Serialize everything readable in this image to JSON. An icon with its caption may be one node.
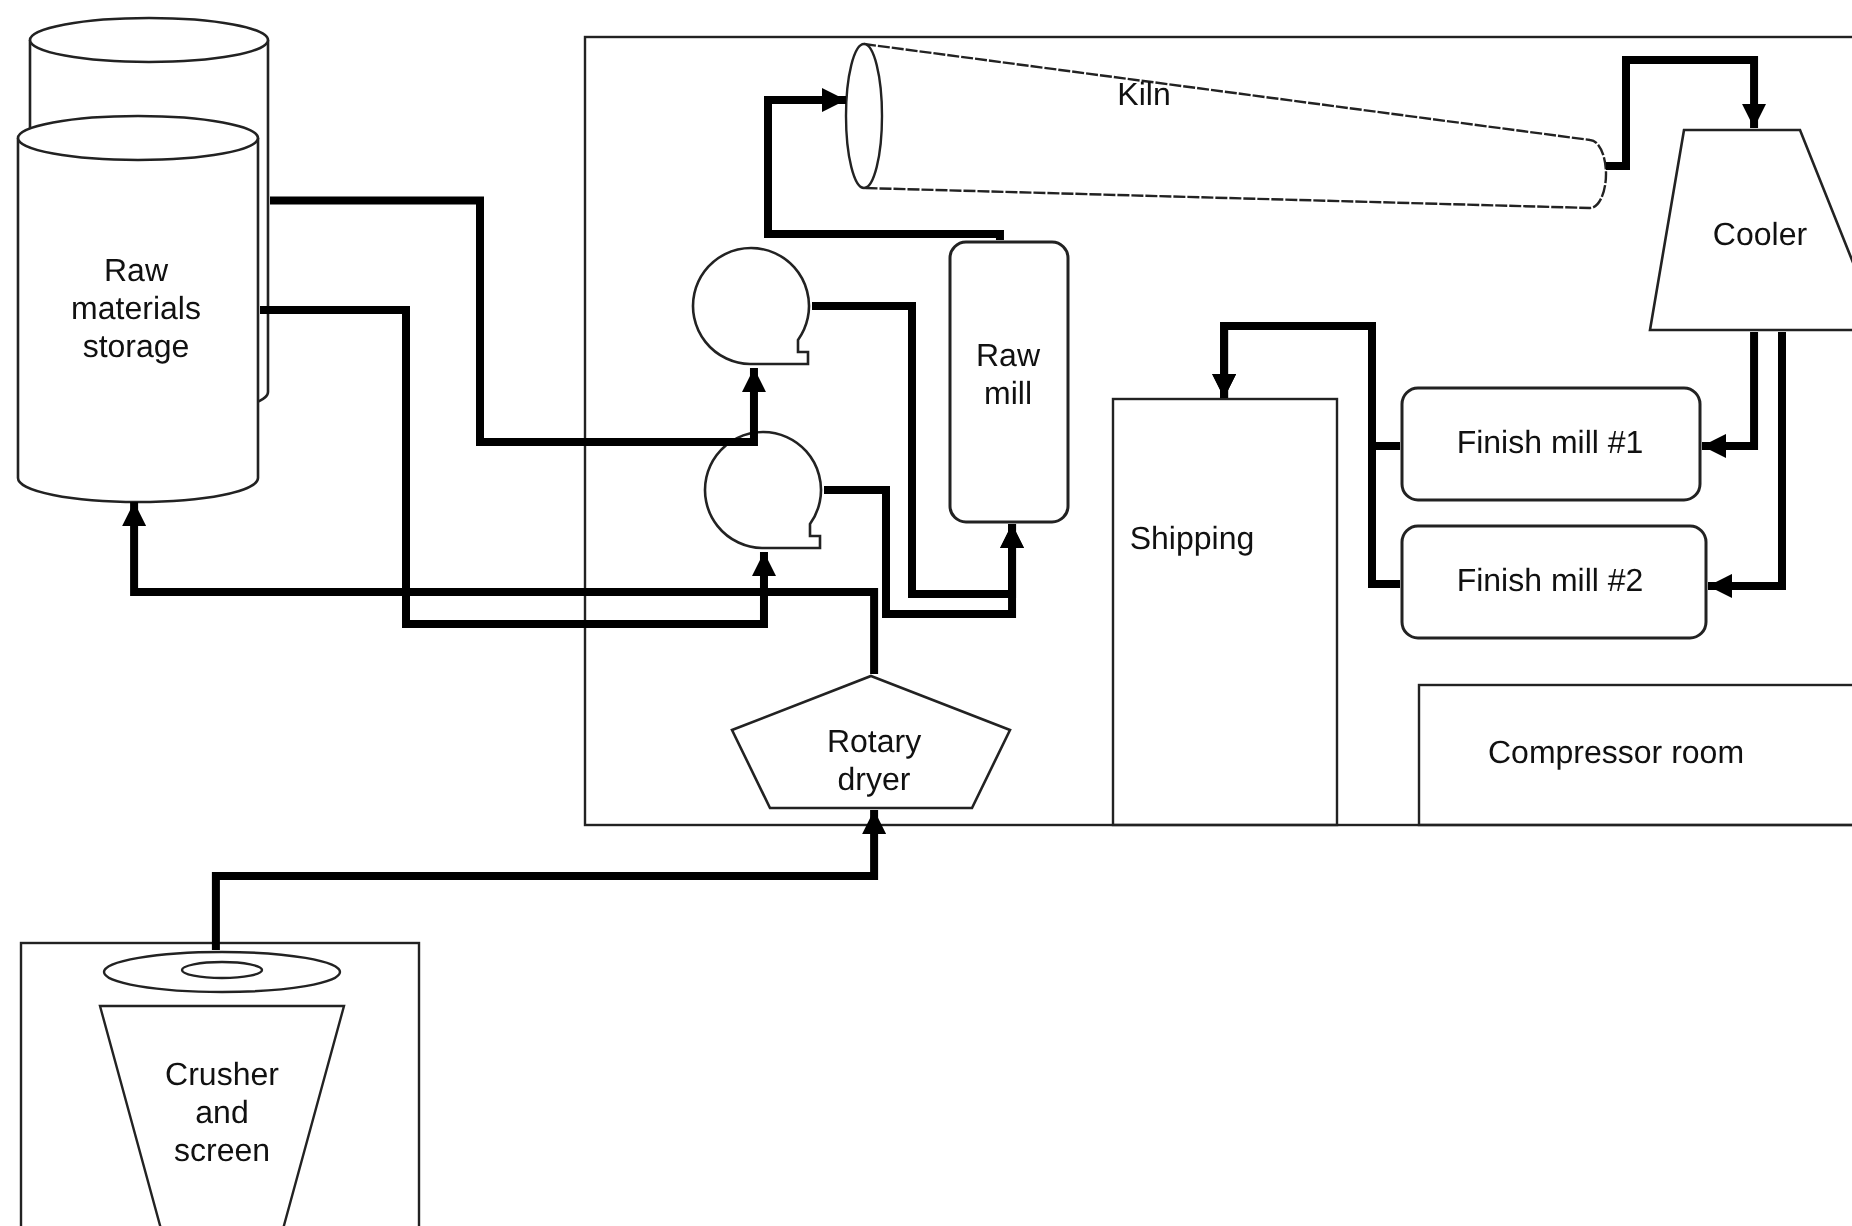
{
  "diagram": {
    "nodes": [
      {
        "text": [],
        "shape": "box"
      },
      {
        "text": [],
        "shape": "cylinder"
      },
      {
        "text": [
          "Raw materials storage"
        ]
      },
      {
        "text": [
          "Kiln"
        ],
        "in": 0
      },
      {
        "text": [
          "Cooler"
        ],
        "in": 0
      },
      {
        "text": [],
        "shape": "circle",
        "in": 0
      },
      {
        "text": [],
        "shape": "circle",
        "in": 0
      },
      {
        "text": [
          "Raw mill"
        ],
        "in": 0
      },
      {
        "text": [
          "Shipping"
        ],
        "in": 0
      },
      {
        "text": [
          "Finish mill #1"
        ],
        "in": 0
      },
      {
        "text": [
          "Finish mill #2"
        ],
        "in": 0
      },
      {
        "text": [
          "Compressor room"
        ],
        "in": 0
      },
      {
        "text": [
          "Rotary dryer"
        ],
        "in": 0
      },
      {
        "text": [],
        "shape": "box"
      },
      {
        "text": [
          "Crusher and screen"
        ],
        "in": 13
      }
    ],
    "edges": [
      {
        "from": 1,
        "to": 5,
        "arrow": "to"
      },
      {
        "from": 2,
        "to": 6,
        "arrow": "to"
      },
      {
        "from": 12,
        "to": 2,
        "arrow": "to"
      },
      {
        "from": 5,
        "to": 7,
        "arrow": "to"
      },
      {
        "from": 6,
        "to": 7,
        "arrow": "to"
      },
      {
        "from": 7,
        "to": 3,
        "arrow": "to"
      },
      {
        "from": 3,
        "to": 4,
        "arrow": "to"
      },
      {
        "from": 4,
        "to": 9,
        "arrow": "to"
      },
      {
        "from": 4,
        "to": 10,
        "arrow": "to"
      },
      {
        "from": 9,
        "to": 8,
        "arrow": "to"
      },
      {
        "from": 10,
        "to": 8,
        "arrow": "to"
      },
      {
        "from": 14,
        "to": 12,
        "arrow": "to"
      }
    ]
  }
}
